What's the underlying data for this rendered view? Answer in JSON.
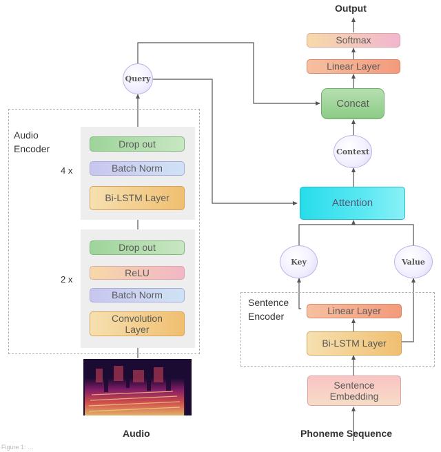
{
  "title": "Output",
  "output": {
    "softmax": "Softmax",
    "linear_layer": "Linear Layer",
    "concat": "Concat",
    "context": "Context",
    "attention": "Attention",
    "query": "Query",
    "key": "Key",
    "value": "Value"
  },
  "audio_encoder": {
    "label_line1": "Audio",
    "label_line2": "Encoder",
    "repeat_4x": "4 x",
    "repeat_2x": "2 x",
    "upper_block": [
      "Drop out",
      "Batch Norm",
      "Bi-LSTM Layer"
    ],
    "lower_block": [
      "Drop out",
      "ReLU",
      "Batch Norm",
      "Convolution Layer"
    ],
    "input_label": "Audio"
  },
  "sentence_encoder": {
    "label_line1": "Sentence",
    "label_line2": "Encoder",
    "linear_layer": "Linear Layer",
    "bilstm_layer": "Bi-LSTM Layer",
    "embedding": "Sentence Embedding",
    "input_label": "Phoneme Sequence"
  },
  "colors": {
    "dropout": "#9ed49a",
    "batchnorm": "#c5cdee",
    "bilstm": "#f2c27a",
    "relu": "#f4c6b6",
    "linear": "#f4a285",
    "softmax": "#f2c7a0",
    "concat": "#95cf8f",
    "attention": "#33e0ee",
    "embedding": "#f8bcbc"
  },
  "footer_caption": "Figure 1: …"
}
